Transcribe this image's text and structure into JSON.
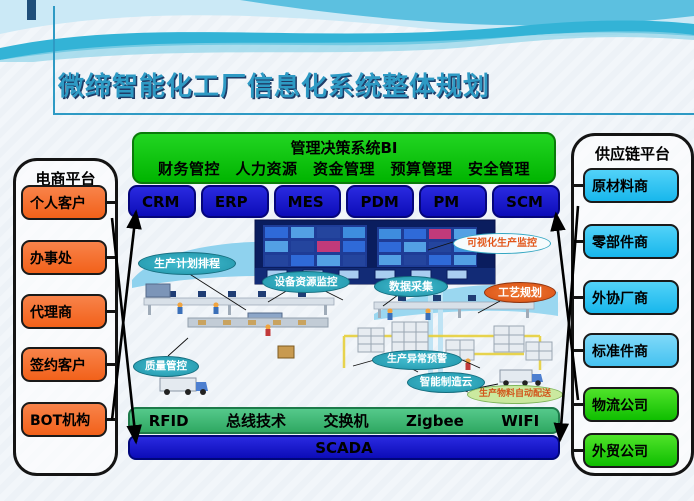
{
  "title": "微缔智能化工厂信息化系统整体规划",
  "left_panel": {
    "title": "电商平台",
    "items": [
      "个人客户",
      "办事处",
      "代理商",
      "签约客户",
      "BOT机构"
    ]
  },
  "right_panel": {
    "title": "供应链平台",
    "items": [
      "原材料商",
      "零部件商",
      "外协厂商",
      "标准件商",
      "物流公司",
      "外贸公司"
    ]
  },
  "bi": {
    "title": "管理决策系统BI",
    "subtitle": "财务管控　人力资源　资金管理　预算管理　安全管理"
  },
  "modules": [
    "CRM",
    "ERP",
    "MES",
    "PDM",
    "PM",
    "SCM"
  ],
  "callouts": [
    "生产计划排程",
    "设备资源监控",
    "数据采集",
    "可视化生产监控",
    "工艺规划",
    "质量管控",
    "生产异常预警",
    "智能制造云",
    "生产物料自动配送"
  ],
  "tech": [
    "RFID",
    "总线技术",
    "交换机",
    "Zigbee",
    "WIFI"
  ],
  "scada": "SCADA",
  "colors": {
    "title_teal": "#2E9AC4",
    "box_orange": "#F2611A",
    "box_cyan": "#18B7EC",
    "box_green": "#0FBE00",
    "module_blue": "#0C0CB8",
    "bi_green": "#00B400",
    "tech_green": "#2FA862",
    "callout_teal": "#1F93A8"
  }
}
